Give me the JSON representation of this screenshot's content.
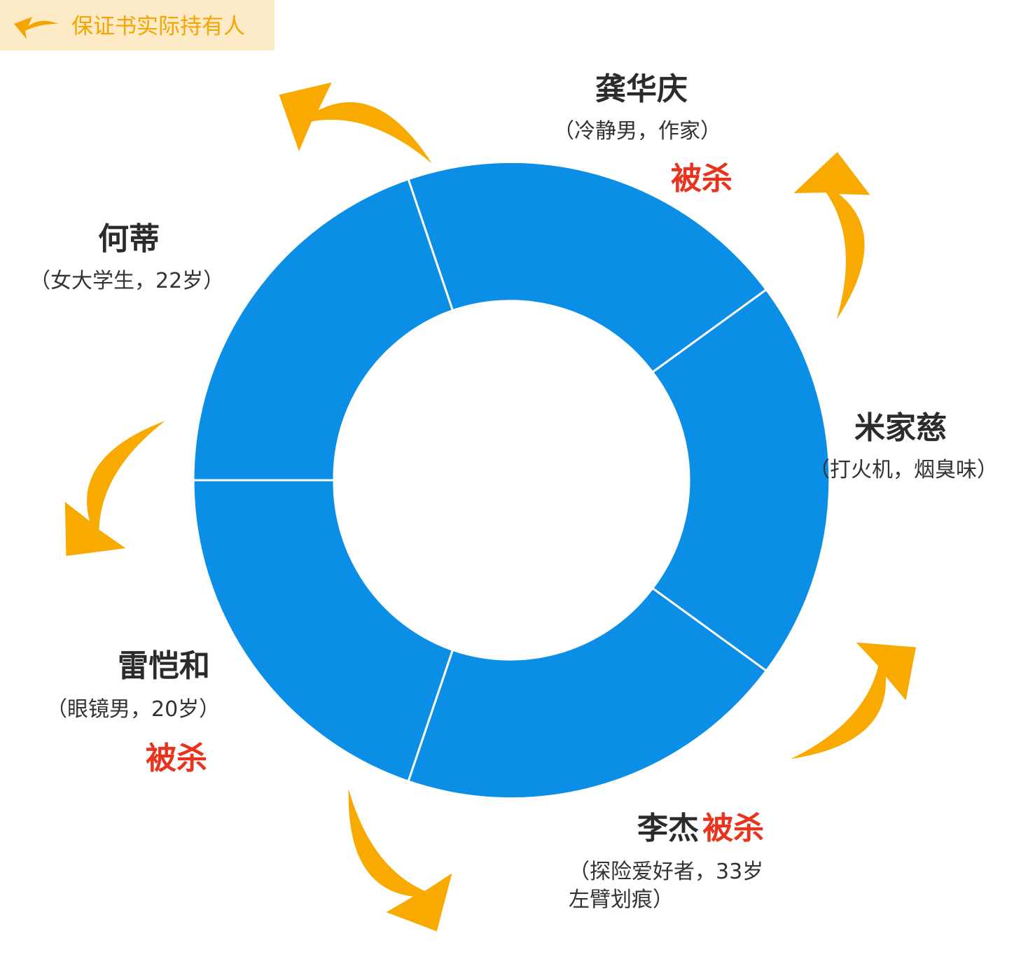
{
  "legend": {
    "label": "保证书实际持有人",
    "arrow_color": "#f5a400",
    "background": "#fdebc8"
  },
  "colors": {
    "ring": "#0a8ee6",
    "arrow": "#f8aa00",
    "killed": "#e8331d"
  },
  "people": {
    "gong": {
      "name": "龚华庆",
      "desc": "（冷静男，作家）",
      "status": "被杀"
    },
    "mi": {
      "name": "米家慈",
      "desc": "（打火机，烟臭味）"
    },
    "li": {
      "name": "李杰",
      "status": "被杀",
      "desc_line1": "（探险爱好者，33岁",
      "desc_line2": "左臂划痕）"
    },
    "lei": {
      "name": "雷恺和",
      "desc": "（眼镜男，20岁）",
      "status": "被杀"
    },
    "he": {
      "name": "何蒂",
      "desc": "（女大学生，22岁）"
    }
  },
  "ring_segments": [
    "龚华庆",
    "米家慈",
    "李杰",
    "雷恺和",
    "何蒂"
  ]
}
